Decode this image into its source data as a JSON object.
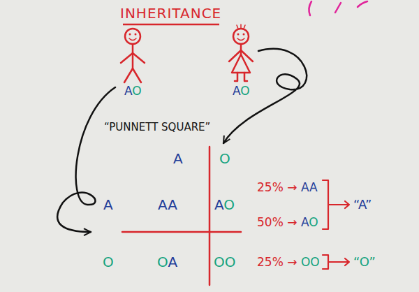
{
  "diagram": {
    "title": "INHERITANCE",
    "nodes": [
      {
        "text": [
          "AO"
        ]
      },
      {
        "text": [
          "AO"
        ]
      },
      {
        "text": [
          "A",
          "O",
          "A",
          "AA",
          "AO",
          "O",
          "OA",
          "OO"
        ]
      }
    ],
    "edges": [
      {
        "from": 0,
        "to": 2,
        "arrow": "to"
      },
      {
        "from": 1,
        "to": 2,
        "arrow": "to"
      }
    ],
    "labels": [
      "“PUNNETT SQUARE”",
      "25% → AA",
      "50% → AO",
      "25% → OO",
      "“A”",
      "“O”"
    ]
  }
}
